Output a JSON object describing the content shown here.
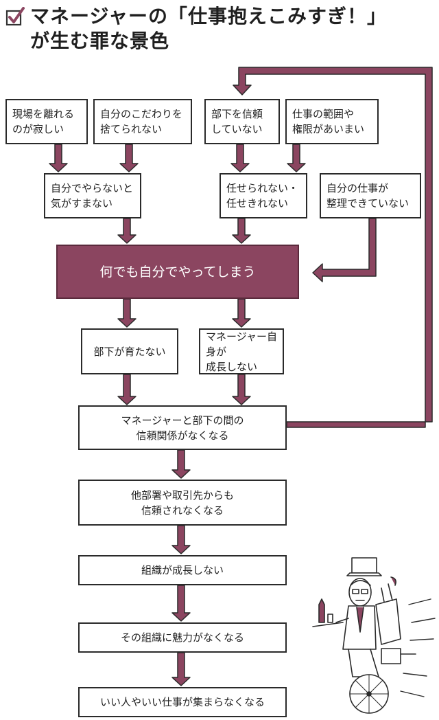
{
  "title": {
    "line1": "マネージャーの「仕事抱えこみすぎ！」",
    "line2": "が生む罪な景色",
    "check_icon": "checkbox-check-icon"
  },
  "boxes": {
    "genba": "現場を離れる\nのが寂しい",
    "kodawari": "自分のこだわりを\n捨てられない",
    "buka_shinrai": "部下を信頼\nしていない",
    "hani": "仕事の範囲や\n権限があいまい",
    "jibun_yaranai": "自分でやらないと\n気がすまない",
    "makaserarenai": "任せられない・\n任せきれない",
    "seiri": "自分の仕事が\n整理できていない",
    "main": "何でも自分でやってしまう",
    "buka_sodatanai": "部下が育たない",
    "manager_seicho": "マネージャー自身が\n成長しない",
    "shinrai_kankei": "マネージャーと部下の間の\n信頼関係がなくなる",
    "tabusho": "他部署や取引先からも\n信頼されなくなる",
    "soshiki_seicho": "組織が成長しない",
    "miryoku": "その組織に魅力がなくなる",
    "atsumaranai": "いい人やいい仕事が集まらなくなる"
  },
  "colors": {
    "accent": "#8b4560",
    "line": "#2a2a2a"
  },
  "illustration": "unicycle-manager-illustration"
}
